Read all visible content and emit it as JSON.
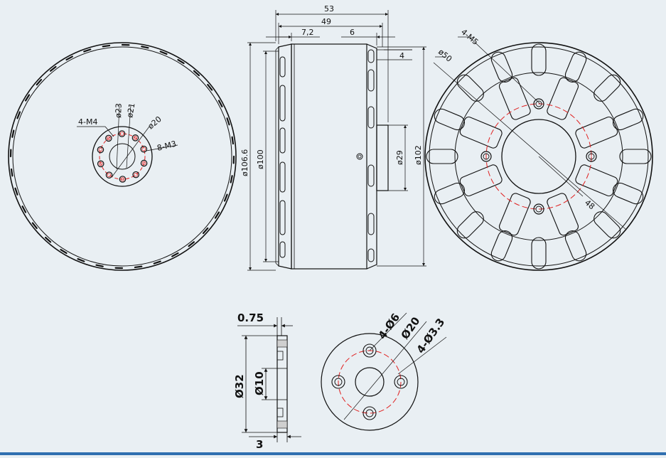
{
  "colors": {
    "background": "#e9eff3",
    "line": "#111111",
    "centerline": "#e02020",
    "bottom_bar": "#2f6fb0"
  },
  "left_view": {
    "label_holes": "4-M4",
    "label_d23": "ø23",
    "label_d21": "ø21",
    "label_d20": "ø20",
    "label_screws": "8-M3"
  },
  "side_view": {
    "dim_53": "53",
    "dim_49": "49",
    "dim_7_2": "7,2",
    "dim_6": "6",
    "dim_4": "4",
    "dim_d106_6": "ø106.6",
    "dim_d100": "ø100",
    "dim_d29": "ø29",
    "dim_d102": "ø102"
  },
  "right_view": {
    "label_holes": "4-M5",
    "label_d50": "ø50",
    "label_48": "48"
  },
  "flange_side": {
    "dim_thickness": "0.75",
    "dim_d32": "Ø32",
    "dim_d10": "Ø10",
    "dim_3": "3"
  },
  "flange_front": {
    "label_holes6": "4-Ø6",
    "label_d20": "Ø20",
    "label_holes3": "4-Ø3.3"
  }
}
